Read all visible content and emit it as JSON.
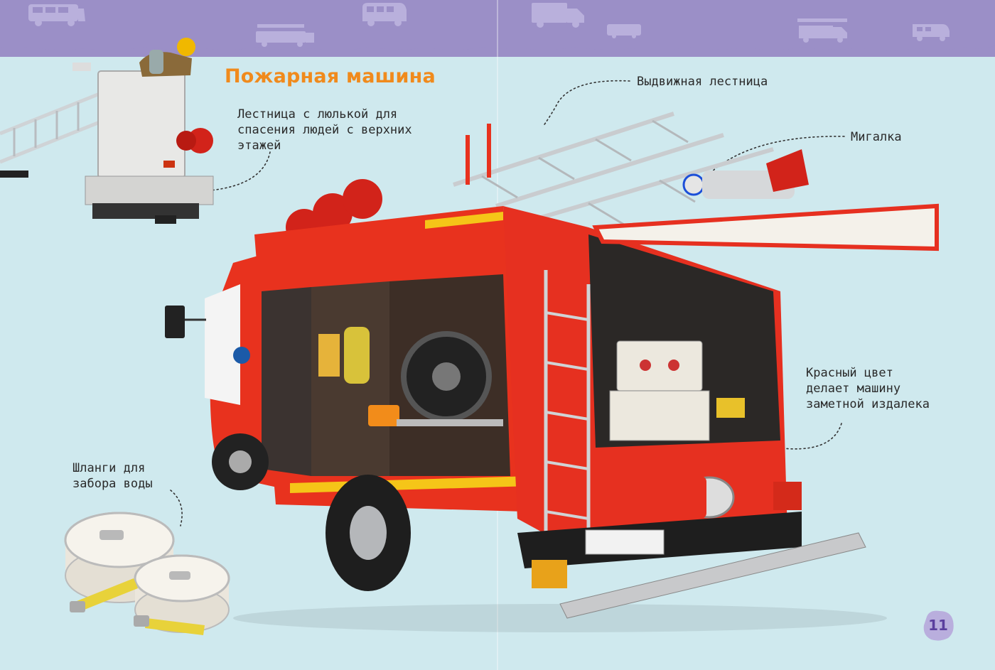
{
  "page": {
    "title": "Пожарная машина",
    "page_number": "11"
  },
  "labels": {
    "ladder_basket": "Лестница с люлькой для спасения людей с верхних этажей",
    "extending_ladder": "Выдвижная лестница",
    "beacon": "Мигалка",
    "red_color": "Красный цвет делает машину заметной издалека",
    "hoses": "Шланги для забора воды"
  },
  "header_icons": [
    "ambulance-van-icon",
    "ladder-truck-icon",
    "minibus-icon",
    "box-truck-icon",
    "bus-icon",
    "tow-truck-icon",
    "camper-van-icon"
  ],
  "colors": {
    "header": "#9b8fc7",
    "background": "#cfe9ee",
    "title": "#f08a1c",
    "truck_red": "#e8321e",
    "page_number": "#5b3f9e"
  }
}
